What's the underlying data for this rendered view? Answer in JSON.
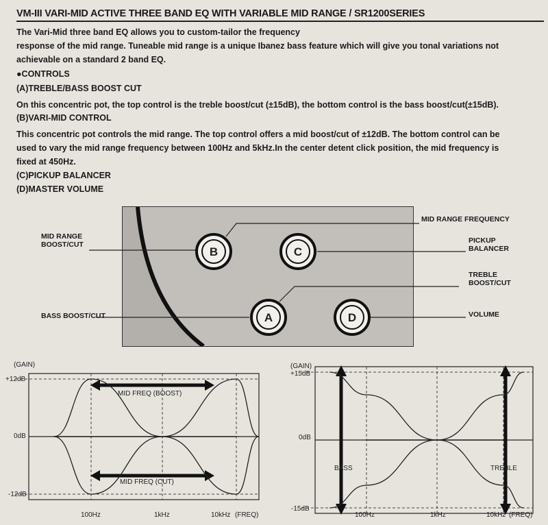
{
  "title": "VM-III VARI-MID ACTIVE THREE BAND EQ WITH VARIABLE MID RANGE / SR1200SERIES",
  "intro": [
    "The Vari-Mid three band EQ allows you to custom-tailor the frequency",
    "response of the mid range. Tuneable mid range is a unique Ibanez bass feature which will give you tonal variations not",
    "achievable on a standard 2 band EQ."
  ],
  "controls_heading": "●CONTROLS",
  "section_a": {
    "heading": "(A)TREBLE/BASS BOOST CUT",
    "body": "On this concentric pot, the top control is the treble boost/cut (±15dB), the bottom control is the bass boost/cut(±15dB)."
  },
  "section_b": {
    "heading": "(B)VARI-MID CONTROL",
    "body": [
      "This concentric pot controls the mid range. The top control offers a mid boost/cut of ±12dB. The bottom control can be",
      "used to vary the mid range frequency between 100Hz and 5kHz.In the center detent click position, the mid frequency is",
      "fixed at 450Hz."
    ]
  },
  "section_c": {
    "heading": "(C)PICKUP BALANCER"
  },
  "section_d": {
    "heading": "(D)MASTER VOLUME"
  },
  "diagram": {
    "knobs": {
      "a": "A",
      "b": "B",
      "c": "C",
      "d": "D"
    },
    "labels": {
      "mid_range_boost_cut": [
        "MID RANGE",
        "BOOST/CUT"
      ],
      "bass_boost_cut": "BASS BOOST/CUT",
      "mid_range_frequency": "MID RANGE FREQUENCY",
      "pickup_balancer": [
        "PICKUP",
        "BALANCER"
      ],
      "treble_boost_cut": [
        "TREBLE",
        "BOOST/CUT"
      ],
      "volume": "VOLUME"
    }
  },
  "chart_data": [
    {
      "type": "line",
      "ylabel": "(GAIN)",
      "xlabel": "(FREQ)",
      "y_ticks": [
        "+12dB",
        "0dB",
        "-12dB"
      ],
      "x_ticks": [
        "100Hz",
        "1kHz",
        "10kHz"
      ],
      "ylim": [
        -12,
        12
      ],
      "x_scale": "log",
      "annotations": [
        "MID FREQ (BOOST)",
        "MID FREQ (CUT)"
      ],
      "series": [
        {
          "x": [
            30,
            100,
            1000,
            10000
          ],
          "values": [
            0,
            12,
            0,
            0
          ]
        },
        {
          "x": [
            30,
            1000,
            10000,
            20000
          ],
          "values": [
            0,
            0,
            12,
            0
          ]
        },
        {
          "x": [
            30,
            100,
            1000,
            10000
          ],
          "values": [
            0,
            -12,
            0,
            0
          ]
        },
        {
          "x": [
            30,
            1000,
            10000,
            20000
          ],
          "values": [
            0,
            0,
            -12,
            0
          ]
        }
      ]
    },
    {
      "type": "line",
      "ylabel": "(GAIN)",
      "xlabel": "(FREQ)",
      "y_ticks": [
        "+15dB",
        "0dB",
        "-15dB"
      ],
      "x_ticks": [
        "100Hz",
        "1kHz",
        "10kHz"
      ],
      "ylim": [
        -15,
        15
      ],
      "x_scale": "log",
      "annotations": [
        "BASS",
        "TREBLE"
      ],
      "series": [
        {
          "x": [
            30,
            100,
            1000,
            10000
          ],
          "values": [
            15,
            10,
            0,
            0
          ]
        },
        {
          "x": [
            30,
            100,
            1000,
            10000
          ],
          "values": [
            -15,
            -10,
            0,
            0
          ]
        },
        {
          "x": [
            100,
            1000,
            10000,
            20000
          ],
          "values": [
            0,
            0,
            10,
            15
          ]
        },
        {
          "x": [
            100,
            1000,
            10000,
            20000
          ],
          "values": [
            0,
            0,
            -10,
            -15
          ]
        }
      ]
    }
  ]
}
